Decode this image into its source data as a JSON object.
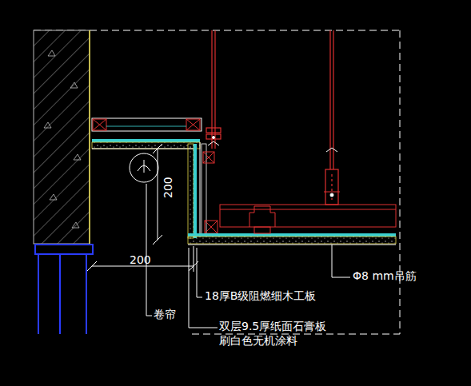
{
  "diagram": {
    "labels": [
      "200",
      "200",
      "18厚B级阻燃细木工板",
      "双层9.5厚纸面石膏板 刷白色无机涂料",
      "卷帘",
      "Φ8 mm吊筋"
    ]
  }
}
